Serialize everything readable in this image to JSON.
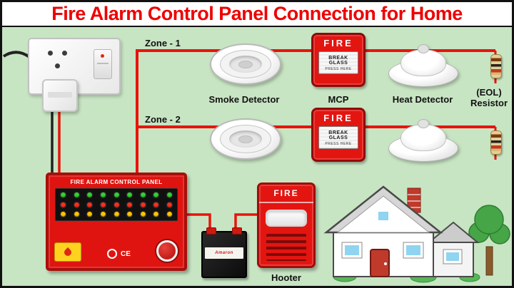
{
  "title": "Fire Alarm Control Panel Connection for Home",
  "zone_labels": {
    "zone1": "Zone - 1",
    "zone2": "Zone - 2"
  },
  "captions": {
    "smoke_detector": "Smoke Detector",
    "mcp": "MCP",
    "heat_detector": "Heat Detector",
    "eol_line1": "(EOL)",
    "eol_line2": "Resistor",
    "hooter": "Hooter"
  },
  "mcp_device": {
    "fire": "FIRE",
    "line1": "BREAK GLASS",
    "line2": "PRESS HERE"
  },
  "control_panel": {
    "title": "FIRE ALARM CONTROL PANEL",
    "ce_mark": "CE",
    "led_rows": [
      {
        "name": "green-status-leds",
        "color": "#2fd32e",
        "count": 9
      },
      {
        "name": "red-alarm-leds",
        "color": "#ff2d1f",
        "count": 9
      },
      {
        "name": "yellow-fault-leds",
        "color": "#ffc400",
        "count": 9
      }
    ]
  },
  "hooter_device": {
    "fire": "FIRE"
  },
  "battery": {
    "brand": "Amaron"
  },
  "colors": {
    "background": "#c8e5c3",
    "title_text": "#ee0000",
    "wire": "#e8140c",
    "device_red": "#e31511",
    "panel_red": "#df1410"
  }
}
